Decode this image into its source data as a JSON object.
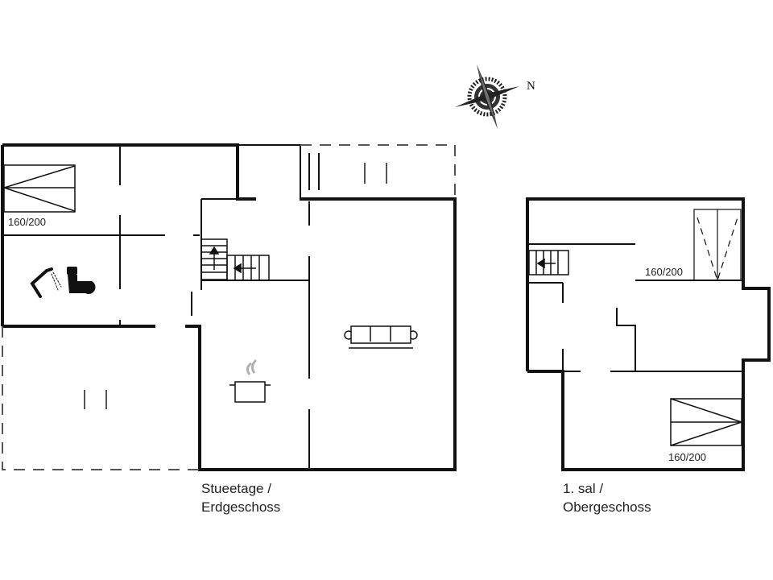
{
  "compass": {
    "north_label": "N"
  },
  "floors": [
    {
      "id": "ground",
      "title_line1": "Stueetage /",
      "title_line2": "Erdgeschoss",
      "bed_labels": [
        "160/200"
      ],
      "icons": [
        "bed-icon",
        "shower-icon",
        "toilet-icon",
        "stairs-icon",
        "cooking-pot-icon",
        "sofa-icon",
        "terrace-icon"
      ]
    },
    {
      "id": "first",
      "title_line1": "1. sal /",
      "title_line2": "Obergeschoss",
      "bed_labels": [
        "160/200",
        "160/200"
      ],
      "icons": [
        "bed-icon",
        "stairs-icon"
      ]
    }
  ],
  "colors": {
    "wall": "#111111",
    "thin_line": "#222222",
    "terrace_dash": "#555555",
    "steam": "#b0b0b0"
  }
}
